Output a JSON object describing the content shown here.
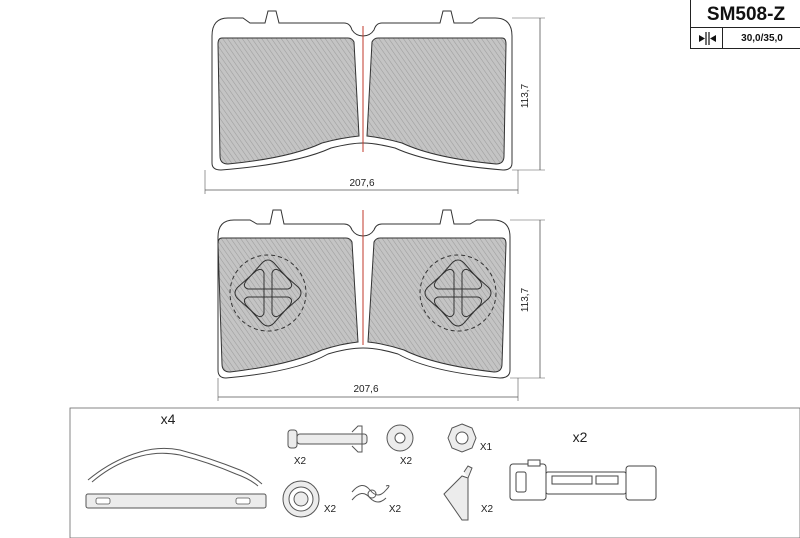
{
  "title_block": {
    "part_number": "SM508-Z",
    "thickness": "30,0/35,0",
    "thickness_icon": "thickness-arrows-icon"
  },
  "pad_top": {
    "width_label": "207,6",
    "height_label": "113,7"
  },
  "pad_bottom": {
    "width_label": "207,6",
    "height_label": "113,7"
  },
  "accessories": {
    "spring_qty": "x4",
    "pin_qty": "X2",
    "washer_qty": "X2",
    "nut_qty": "X1",
    "retainer_qty": "X2",
    "clip_qty": "X2",
    "wedge_qty": "X2",
    "sensor_qty": "x2"
  },
  "colors": {
    "pad_fill": "#c7c7c7",
    "hatch": "#9a9a9a",
    "outline": "#333333",
    "center_line": "#c0392b"
  }
}
